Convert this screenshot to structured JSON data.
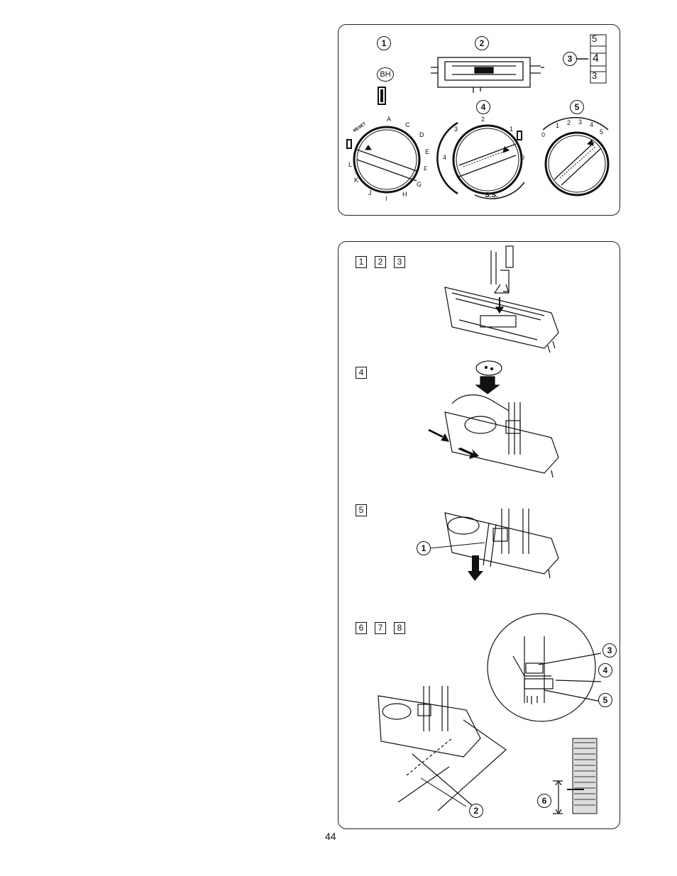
{
  "top_panel": {
    "callouts": [
      "1",
      "2",
      "3",
      "4",
      "5"
    ],
    "bh_badge": "BH",
    "reset_label": "RESET",
    "length_scale": [
      "5",
      "4",
      "3"
    ],
    "pattern_dial_letters": [
      "A",
      "C",
      "D",
      "E",
      "F",
      "G",
      "H",
      "I",
      "J",
      "K",
      "L"
    ],
    "width_dial_numbers": [
      "2",
      "1",
      "0",
      "3",
      "4"
    ],
    "width_dial_ss": "S.S.",
    "length_dial_numbers": [
      "0",
      "1",
      "2",
      "3",
      "4",
      "5"
    ]
  },
  "bottom_panel": {
    "steps": {
      "group_a": [
        "1",
        "2",
        "3"
      ],
      "group_b": [
        "4"
      ],
      "group_c": [
        "5"
      ],
      "group_d": [
        "6",
        "7",
        "8"
      ]
    },
    "callouts": [
      "1",
      "3",
      "4",
      "5",
      "2",
      "6"
    ]
  },
  "page_number": "44"
}
